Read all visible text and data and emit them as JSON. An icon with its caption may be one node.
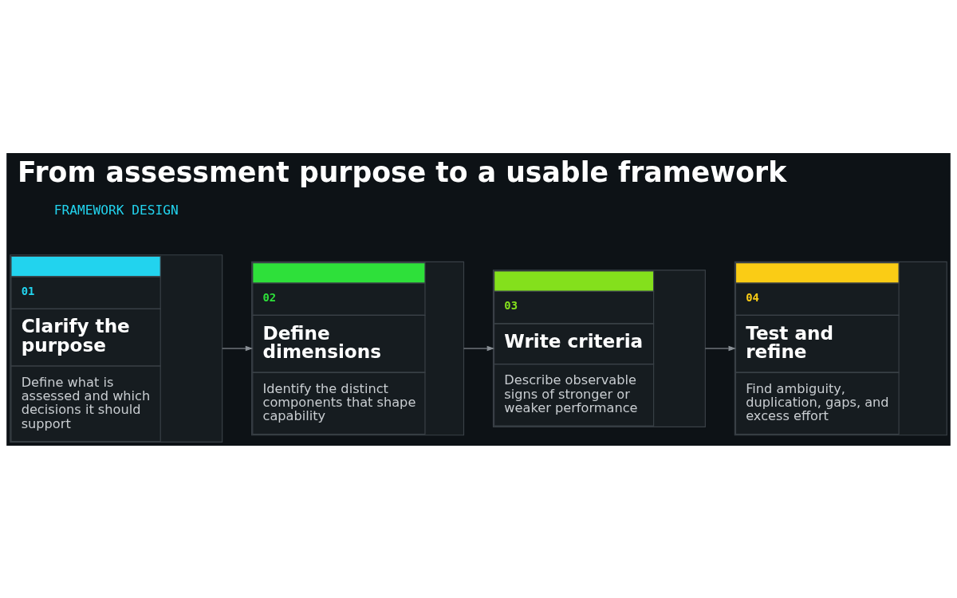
{
  "diagram": {
    "title": "From assessment purpose to a usable framework",
    "nodes": [
      {
        "text": [
          "01",
          "Clarify the purpose",
          "Define what is assessed and which decisions it should support"
        ]
      },
      {
        "text": [
          "02",
          "Define dimensions",
          "Identify the distinct components that shape capability"
        ]
      },
      {
        "text": [
          "03",
          "Write criteria",
          "Describe observable signs of stronger or weaker performance"
        ]
      },
      {
        "text": [
          "04",
          "Test and refine",
          "Find ambiguity, duplication, gaps, and excess effort"
        ]
      }
    ],
    "edges": [
      {
        "from": 0,
        "to": 1,
        "arrow": "to"
      },
      {
        "from": 1,
        "to": 2,
        "arrow": "to"
      },
      {
        "from": 2,
        "to": 3,
        "arrow": "to"
      }
    ],
    "labels": [
      "FRAMEWORK DESIGN"
    ]
  }
}
